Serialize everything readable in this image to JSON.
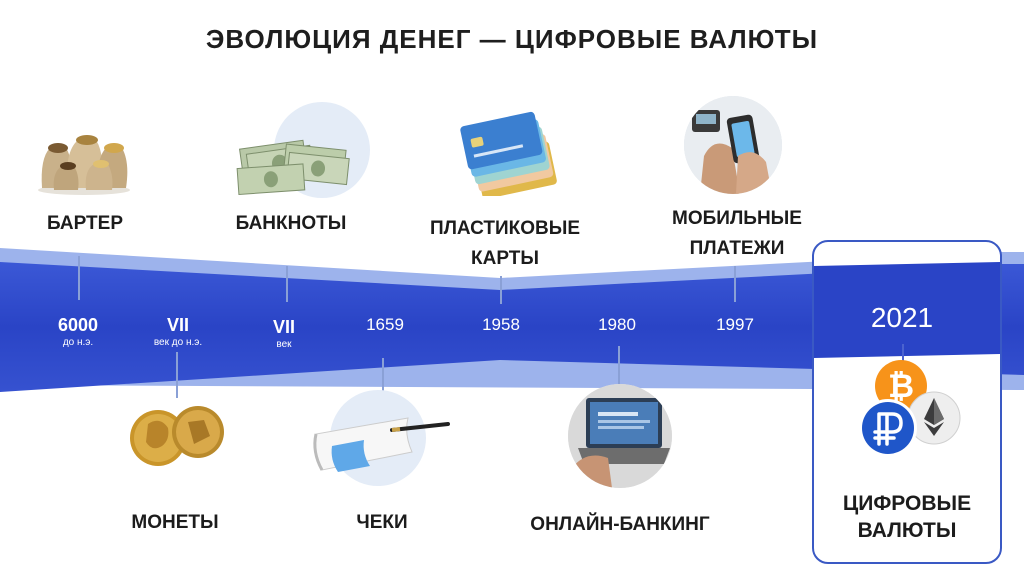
{
  "title": "ЭВОЛЮЦИЯ ДЕНЕГ — ЦИФРОВЫЕ ВАЛЮТЫ",
  "top_items": [
    {
      "label": "БАРТЕР"
    },
    {
      "label": "БАНКНОТЫ"
    },
    {
      "label": "ПЛАСТИКОВЫЕ\nКАРТЫ"
    },
    {
      "label": "МОБИЛЬНЫЕ\nПЛАТЕЖИ"
    }
  ],
  "bottom_items": [
    {
      "label": "МОНЕТЫ"
    },
    {
      "label": "ЧЕКИ"
    },
    {
      "label": "ОНЛАЙН-БАНКИНГ"
    }
  ],
  "timeline": [
    {
      "year": "6000",
      "sub": "до н.э."
    },
    {
      "year": "VII",
      "sub": "век до н.э."
    },
    {
      "year": "VII",
      "sub": "век"
    },
    {
      "year": "1659",
      "sub": ""
    },
    {
      "year": "1958",
      "sub": ""
    },
    {
      "year": "1980",
      "sub": ""
    },
    {
      "year": "1997",
      "sub": ""
    }
  ],
  "highlight": {
    "year": "2021",
    "label_line1": "ЦИФРОВЫЕ",
    "label_line2": "ВАЛЮТЫ",
    "bitcoin_symbol": "₿"
  },
  "colors": {
    "band_dark": "#2b45c8",
    "band_light": "#8ea8ea",
    "accent_blue": "#1f56c9",
    "bitcoin": "#f7931a"
  }
}
